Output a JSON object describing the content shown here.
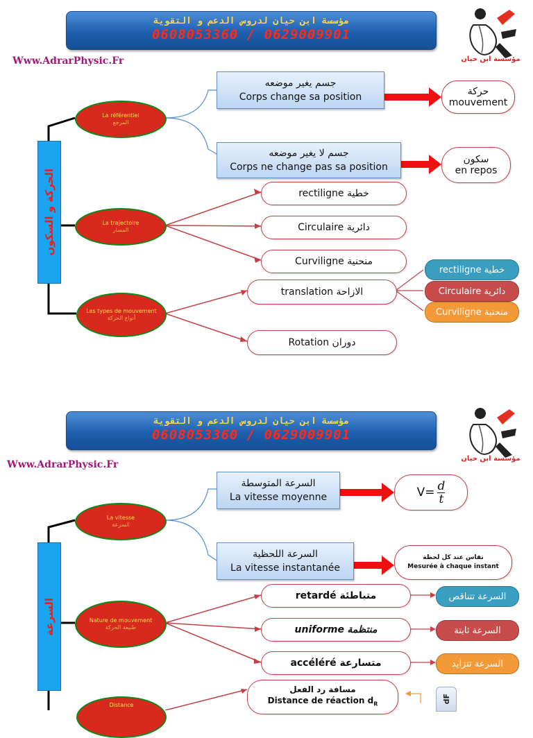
{
  "header1": {
    "arabic": "مؤسسة ابن حيان لدروس الدعم و التقوية",
    "phone": "0608053360 / 0629009901"
  },
  "header2": {
    "arabic": "مؤسسة ابن حيان لدروس الدعم و التقوية",
    "phone": "0608053360 / 0629009901"
  },
  "website": "Www.AdrarPhysic.Fr",
  "logo_caption": "مؤسسة ابن حيان",
  "section1": {
    "title": "الحركة و السكون",
    "referentiel": {
      "fr": "La référentiel",
      "ar": "المرجع"
    },
    "trajectoire": {
      "fr": "La trajectoire",
      "ar": "المسار"
    },
    "types": {
      "fr": "Les types de mouvement",
      "ar": "أنواع الحركة"
    },
    "box_change": {
      "ar": "جسم يغير موضعه",
      "fr": "Corps change sa position"
    },
    "box_nochange": {
      "ar": "جسم لا يغير موضعه",
      "fr": "Corps ne change pas sa position"
    },
    "mouvement": {
      "ar": "حركة",
      "fr": "mouvement"
    },
    "repos": {
      "ar": "سكون",
      "fr": "en repos"
    },
    "traj_items": [
      "rectiligne خطية",
      "Circulaire  دائرية",
      "Curviligne منحنية"
    ],
    "translation": "translation الازاحة",
    "rotation": "Rotation  دوران",
    "trans_types": [
      {
        "label": "rectiligne خطية",
        "color": "#3a9ec0"
      },
      {
        "label": "Circulaire  دائرية",
        "color": "#c94c4c"
      },
      {
        "label": "Curviligne منحنية",
        "color": "#f29a38"
      }
    ]
  },
  "section2": {
    "title": "السرعة",
    "vitesse": {
      "fr": "La vitesse",
      "ar": "السرعة"
    },
    "nature": {
      "fr": "Nature de mouvement",
      "ar": "طبيعة الحركة"
    },
    "distance": {
      "fr": "Distance"
    },
    "moyenne": {
      "ar": "السرعة المتوسطة",
      "fr": "La vitesse moyenne"
    },
    "instant": {
      "ar": "السرعة اللحظية",
      "fr": "La vitesse instantanée"
    },
    "formula": {
      "lhs": "V=",
      "num": "d",
      "den": "t"
    },
    "mesuree": {
      "ar": "تقاس عند كل لحظة",
      "fr": "Mesurée à chaque instant"
    },
    "nature_items": [
      {
        "ar": "متباطئة",
        "fr": "retardé",
        "result": "السرعة تتناقص",
        "color": "#3a9ec0"
      },
      {
        "ar": "منتظمة",
        "fr": "uniforme",
        "result": "السرعة ثابتة",
        "color": "#c94c4c"
      },
      {
        "ar": "متسارعة",
        "fr": "accéléré",
        "result": "السرعة تتزايد",
        "color": "#f29a38"
      }
    ],
    "reaction": {
      "ar": "مسافة رد الفعل",
      "fr": "Distance de réaction d",
      "sub": "R"
    },
    "df_label": "dF"
  }
}
